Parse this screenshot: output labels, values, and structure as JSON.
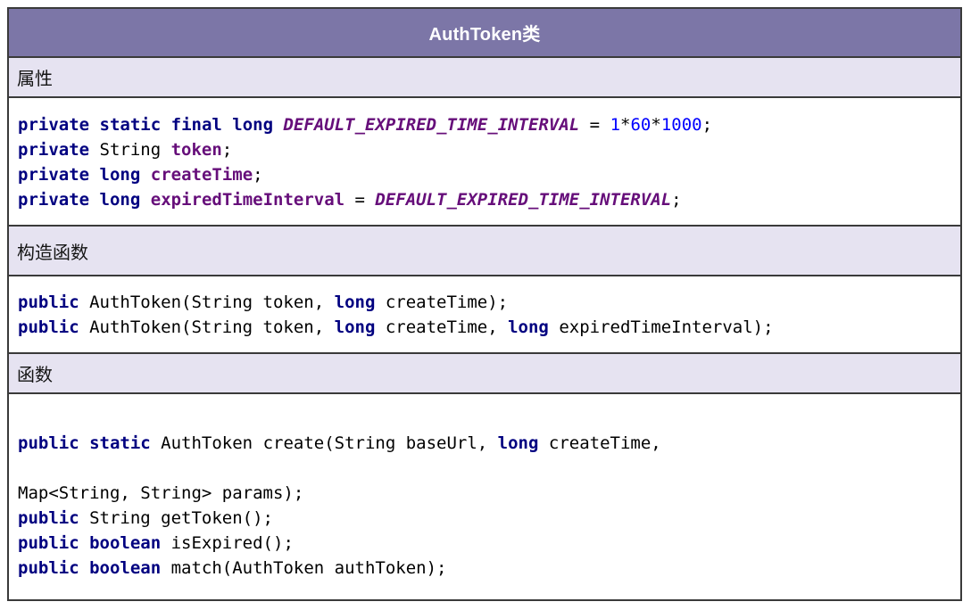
{
  "title": "AuthToken类",
  "colors": {
    "header_bg": "#7c76a7",
    "label_bg": "#e6e3f1",
    "border": "#3a3a3a",
    "keyword": "#000080",
    "field": "#660e7a",
    "constant": "#660e7a",
    "number": "#0000ff",
    "plain": "#000000"
  },
  "sections": [
    {
      "type": "label",
      "text": "属性"
    },
    {
      "type": "code",
      "lines": [
        [
          [
            "kw",
            "private"
          ],
          [
            "p",
            " "
          ],
          [
            "kw",
            "static"
          ],
          [
            "p",
            " "
          ],
          [
            "kw",
            "final"
          ],
          [
            "p",
            " "
          ],
          [
            "kw",
            "long"
          ],
          [
            "p",
            " "
          ],
          [
            "cst",
            "DEFAULT_EXPIRED_TIME_INTERVAL"
          ],
          [
            "p",
            " = "
          ],
          [
            "num",
            "1"
          ],
          [
            "p",
            "*"
          ],
          [
            "num",
            "60"
          ],
          [
            "p",
            "*"
          ],
          [
            "num",
            "1000"
          ],
          [
            "p",
            ";"
          ]
        ],
        [
          [
            "kw",
            "private"
          ],
          [
            "p",
            " String "
          ],
          [
            "fld",
            "token"
          ],
          [
            "p",
            ";"
          ]
        ],
        [
          [
            "kw",
            "private"
          ],
          [
            "p",
            " "
          ],
          [
            "kw",
            "long"
          ],
          [
            "p",
            " "
          ],
          [
            "fld",
            "createTime"
          ],
          [
            "p",
            ";"
          ]
        ],
        [
          [
            "kw",
            "private"
          ],
          [
            "p",
            " "
          ],
          [
            "kw",
            "long"
          ],
          [
            "p",
            " "
          ],
          [
            "fld",
            "expiredTimeInterval"
          ],
          [
            "p",
            " = "
          ],
          [
            "cst",
            "DEFAULT_EXPIRED_TIME_INTERVAL"
          ],
          [
            "p",
            ";"
          ]
        ]
      ]
    },
    {
      "type": "label",
      "text": "构造函数"
    },
    {
      "type": "code",
      "lines": [
        [
          [
            "kw",
            "public"
          ],
          [
            "p",
            " AuthToken(String token, "
          ],
          [
            "kw",
            "long"
          ],
          [
            "p",
            " createTime);"
          ]
        ],
        [
          [
            "kw",
            "public"
          ],
          [
            "p",
            " AuthToken(String token, "
          ],
          [
            "kw",
            "long"
          ],
          [
            "p",
            " createTime, "
          ],
          [
            "kw",
            "long"
          ],
          [
            "p",
            " expiredTimeInterval);"
          ]
        ]
      ]
    },
    {
      "type": "label",
      "text": "函数"
    },
    {
      "type": "code",
      "lines": [
        [
          [
            "kw",
            "public"
          ],
          [
            "p",
            " "
          ],
          [
            "kw",
            "static"
          ],
          [
            "p",
            " AuthToken create(String baseUrl, "
          ],
          [
            "kw",
            "long"
          ],
          [
            "p",
            " createTime,"
          ]
        ],
        [],
        [
          [
            "p",
            "Map<String, String> params);"
          ]
        ],
        [
          [
            "kw",
            "public"
          ],
          [
            "p",
            " String getToken();"
          ]
        ],
        [
          [
            "kw",
            "public"
          ],
          [
            "p",
            " "
          ],
          [
            "kw",
            "boolean"
          ],
          [
            "p",
            " isExpired();"
          ]
        ],
        [
          [
            "kw",
            "public"
          ],
          [
            "p",
            " "
          ],
          [
            "kw",
            "boolean"
          ],
          [
            "p",
            " match(AuthToken authToken);"
          ]
        ]
      ]
    }
  ]
}
